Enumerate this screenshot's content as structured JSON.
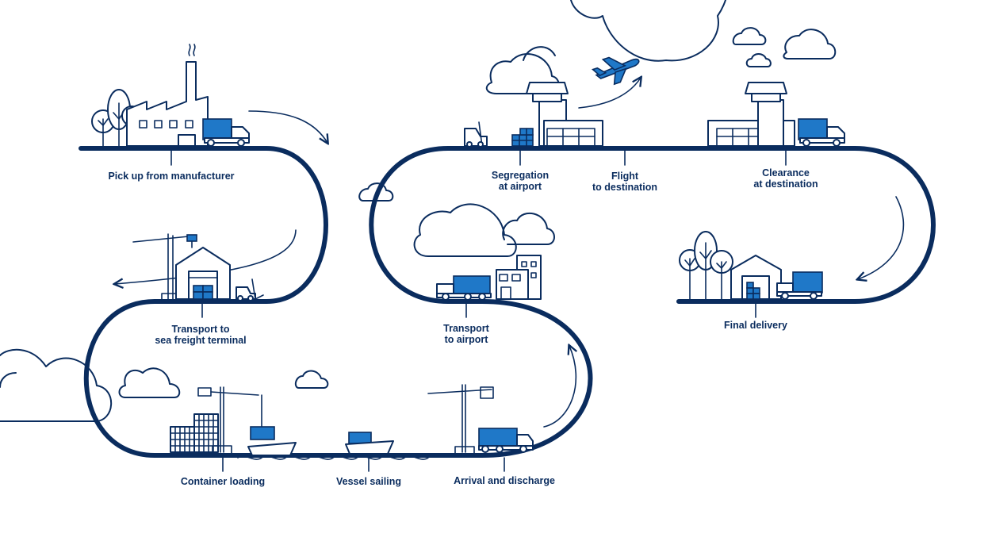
{
  "colors": {
    "navy": "#0a2c5e",
    "accent_blue": "#1f78c8",
    "background": "#ffffff"
  },
  "steps": [
    {
      "id": "pickup",
      "label": "Pick up from manufacturer",
      "icon": "factory-icon"
    },
    {
      "id": "sea_terminal",
      "label": "Transport to\nsea freight terminal",
      "icon": "warehouse-icon"
    },
    {
      "id": "container_loading",
      "label": "Container loading",
      "icon": "port-crane-icon"
    },
    {
      "id": "vessel_sailing",
      "label": "Vessel sailing",
      "icon": "cargo-ship-icon"
    },
    {
      "id": "arrival",
      "label": "Arrival and discharge",
      "icon": "container-truck-icon"
    },
    {
      "id": "to_airport",
      "label": "Transport\nto airport",
      "icon": "city-truck-icon"
    },
    {
      "id": "segregation",
      "label": "Segregation\nat airport",
      "icon": "airport-tower-icon"
    },
    {
      "id": "flight",
      "label": "Flight\nto destination",
      "icon": "airplane-icon"
    },
    {
      "id": "clearance",
      "label": "Clearance\nat destination",
      "icon": "airport-tower-icon"
    },
    {
      "id": "final_delivery",
      "label": "Final delivery",
      "icon": "delivery-truck-icon"
    }
  ]
}
